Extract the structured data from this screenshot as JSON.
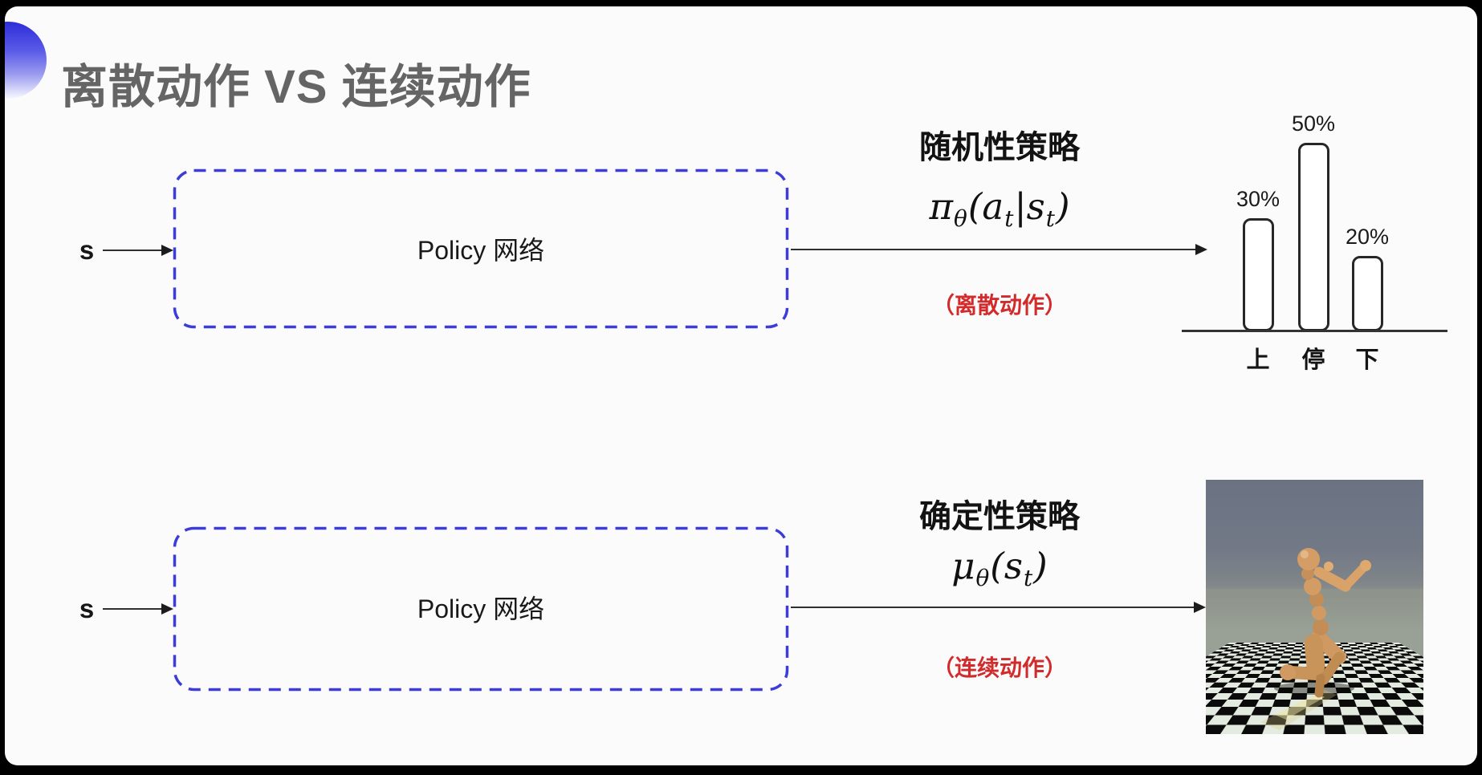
{
  "slide": {
    "title": "离散动作 VS 连续动作"
  },
  "colors": {
    "accent_blue": "#3c3cd8",
    "action_red": "#d22b2b",
    "title_gray": "#656565",
    "sky_top": "#6b7383",
    "sky_horizon": "#8f948f",
    "tile_dark": "#0b0b0b",
    "tile_light": "#e3eadf",
    "robot_tan": "#cf9961"
  },
  "rows": {
    "stochastic": {
      "input_label": "s",
      "box_label": "Policy 网络",
      "policy_name": "随机性策略",
      "formula_parts": [
        "π",
        "θ",
        "(",
        "a",
        "t",
        "|",
        "s",
        "t",
        ")"
      ],
      "action_note": "（离散动作）"
    },
    "deterministic": {
      "input_label": "s",
      "box_label": "Policy 网络",
      "policy_name": "确定性策略",
      "formula_parts": [
        "μ",
        "θ",
        "(",
        "s",
        "t",
        ")"
      ],
      "action_note": "（连续动作）"
    }
  },
  "chart_data": {
    "type": "bar",
    "title": "",
    "categories": [
      "上",
      "停",
      "下"
    ],
    "values": [
      30,
      50,
      20
    ],
    "value_labels": [
      "30%",
      "50%",
      "20%"
    ],
    "ylim": [
      0,
      55
    ],
    "grid": false,
    "legend": false
  }
}
